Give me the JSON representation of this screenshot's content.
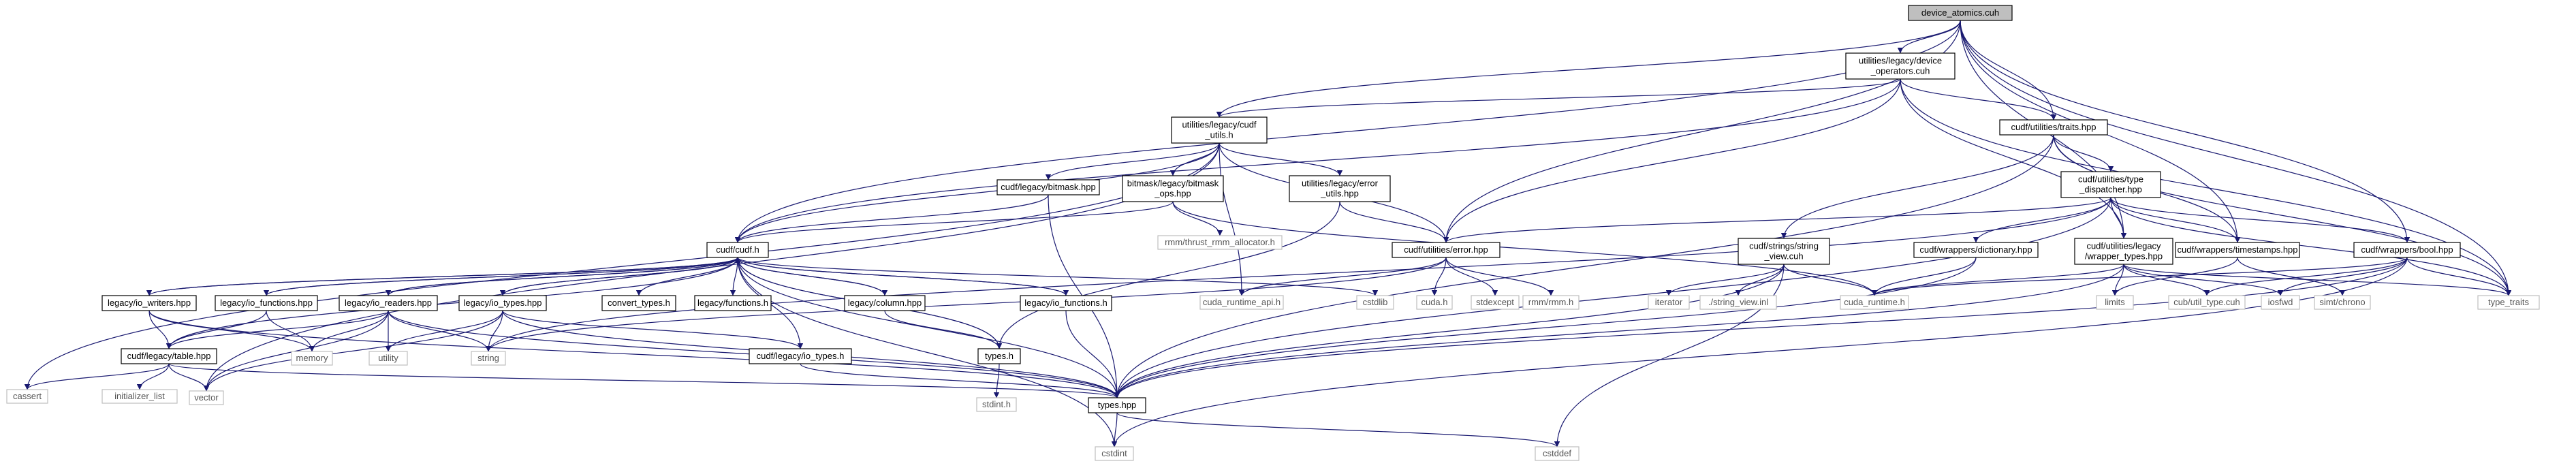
{
  "graph": {
    "edge_color": "#191970",
    "main_fill": "#bfbfbf",
    "nodes": [
      {
        "id": "device_atomics",
        "lines": [
          "device_atomics.cuh"
        ],
        "kind": "main"
      },
      {
        "id": "device_operators",
        "lines": [
          "utilities/legacy/device",
          "_operators.cuh"
        ],
        "kind": "file"
      },
      {
        "id": "cudf_utils",
        "lines": [
          "utilities/legacy/cudf",
          "_utils.h"
        ],
        "kind": "file"
      },
      {
        "id": "traits",
        "lines": [
          "cudf/utilities/traits.hpp"
        ],
        "kind": "file"
      },
      {
        "id": "bitmask_hpp",
        "lines": [
          "cudf/legacy/bitmask.hpp"
        ],
        "kind": "file"
      },
      {
        "id": "bitmask_ops",
        "lines": [
          "bitmask/legacy/bitmask",
          "_ops.hpp"
        ],
        "kind": "file"
      },
      {
        "id": "error_utils",
        "lines": [
          "utilities/legacy/error",
          "_utils.hpp"
        ],
        "kind": "file"
      },
      {
        "id": "type_dispatcher",
        "lines": [
          "cudf/utilities/type",
          "_dispatcher.hpp"
        ],
        "kind": "file"
      },
      {
        "id": "thrust_rmm",
        "lines": [
          "rmm/thrust_rmm_allocator.h"
        ],
        "kind": "sys"
      },
      {
        "id": "cudf_h",
        "lines": [
          "cudf/cudf.h"
        ],
        "kind": "file"
      },
      {
        "id": "error_hpp",
        "lines": [
          "cudf/utilities/error.hpp"
        ],
        "kind": "file"
      },
      {
        "id": "string_view",
        "lines": [
          "cudf/strings/string",
          "_view.cuh"
        ],
        "kind": "file"
      },
      {
        "id": "dictionary",
        "lines": [
          "cudf/wrappers/dictionary.hpp"
        ],
        "kind": "file"
      },
      {
        "id": "wrapper_types",
        "lines": [
          "cudf/utilities/legacy",
          "/wrapper_types.hpp"
        ],
        "kind": "file"
      },
      {
        "id": "timestamps",
        "lines": [
          "cudf/wrappers/timestamps.hpp"
        ],
        "kind": "file"
      },
      {
        "id": "bool_hpp",
        "lines": [
          "cudf/wrappers/bool.hpp"
        ],
        "kind": "file"
      },
      {
        "id": "io_writers",
        "lines": [
          "legacy/io_writers.hpp"
        ],
        "kind": "file"
      },
      {
        "id": "io_functions_hpp",
        "lines": [
          "legacy/io_functions.hpp"
        ],
        "kind": "file"
      },
      {
        "id": "io_readers",
        "lines": [
          "legacy/io_readers.hpp"
        ],
        "kind": "file"
      },
      {
        "id": "io_types_hpp",
        "lines": [
          "legacy/io_types.hpp"
        ],
        "kind": "file"
      },
      {
        "id": "convert_types",
        "lines": [
          "convert_types.h"
        ],
        "kind": "file"
      },
      {
        "id": "functions_h",
        "lines": [
          "legacy/functions.h"
        ],
        "kind": "file"
      },
      {
        "id": "column_hpp",
        "lines": [
          "legacy/column.hpp"
        ],
        "kind": "file"
      },
      {
        "id": "io_functions_h",
        "lines": [
          "legacy/io_functions.h"
        ],
        "kind": "file"
      },
      {
        "id": "cstdlib",
        "lines": [
          "cstdlib"
        ],
        "kind": "sys"
      },
      {
        "id": "cuda_runtime_api",
        "lines": [
          "cuda_runtime_api.h"
        ],
        "kind": "sys"
      },
      {
        "id": "cuda_h",
        "lines": [
          "cuda.h"
        ],
        "kind": "sys"
      },
      {
        "id": "stdexcept",
        "lines": [
          "stdexcept"
        ],
        "kind": "sys"
      },
      {
        "id": "rmm_h",
        "lines": [
          "rmm/rmm.h"
        ],
        "kind": "sys"
      },
      {
        "id": "iterator",
        "lines": [
          "iterator"
        ],
        "kind": "sys"
      },
      {
        "id": "string_view_inl",
        "lines": [
          "./string_view.inl"
        ],
        "kind": "sys"
      },
      {
        "id": "cuda_runtime",
        "lines": [
          "cuda_runtime.h"
        ],
        "kind": "sys"
      },
      {
        "id": "limits",
        "lines": [
          "limits"
        ],
        "kind": "sys"
      },
      {
        "id": "util_type",
        "lines": [
          "cub/util_type.cuh"
        ],
        "kind": "sys"
      },
      {
        "id": "iosfwd",
        "lines": [
          "iosfwd"
        ],
        "kind": "sys"
      },
      {
        "id": "simt_chrono",
        "lines": [
          "simt/chrono"
        ],
        "kind": "sys"
      },
      {
        "id": "type_traits",
        "lines": [
          "type_traits"
        ],
        "kind": "sys"
      },
      {
        "id": "table_hpp",
        "lines": [
          "cudf/legacy/table.hpp"
        ],
        "kind": "file"
      },
      {
        "id": "memory",
        "lines": [
          "memory"
        ],
        "kind": "sys"
      },
      {
        "id": "utility",
        "lines": [
          "utility"
        ],
        "kind": "sys"
      },
      {
        "id": "string",
        "lines": [
          "string"
        ],
        "kind": "sys"
      },
      {
        "id": "io_types_h",
        "lines": [
          "cudf/legacy/io_types.h"
        ],
        "kind": "file"
      },
      {
        "id": "types_h",
        "lines": [
          "types.h"
        ],
        "kind": "file"
      },
      {
        "id": "cassert",
        "lines": [
          "cassert"
        ],
        "kind": "sys"
      },
      {
        "id": "initializer_list",
        "lines": [
          "initializer_list"
        ],
        "kind": "sys"
      },
      {
        "id": "vector",
        "lines": [
          "vector"
        ],
        "kind": "sys"
      },
      {
        "id": "types_hpp",
        "lines": [
          "types.hpp"
        ],
        "kind": "file"
      },
      {
        "id": "stdint_h",
        "lines": [
          "stdint.h"
        ],
        "kind": "sys"
      },
      {
        "id": "cstdint",
        "lines": [
          "cstdint"
        ],
        "kind": "sys"
      },
      {
        "id": "cstddef",
        "lines": [
          "cstddef"
        ],
        "kind": "sys"
      }
    ],
    "edges": [
      [
        "device_atomics",
        "device_operators"
      ],
      [
        "device_atomics",
        "cudf_utils"
      ],
      [
        "device_atomics",
        "traits"
      ],
      [
        "device_atomics",
        "cudf_h"
      ],
      [
        "device_atomics",
        "error_hpp"
      ],
      [
        "device_atomics",
        "wrapper_types"
      ],
      [
        "device_atomics",
        "timestamps"
      ],
      [
        "device_atomics",
        "bool_hpp"
      ],
      [
        "device_atomics",
        "type_traits"
      ],
      [
        "device_operators",
        "cudf_utils"
      ],
      [
        "device_operators",
        "traits"
      ],
      [
        "device_operators",
        "cudf_h"
      ],
      [
        "device_operators",
        "error_hpp"
      ],
      [
        "device_operators",
        "wrapper_types"
      ],
      [
        "device_operators",
        "type_traits"
      ],
      [
        "cudf_utils",
        "bitmask_hpp"
      ],
      [
        "cudf_utils",
        "bitmask_ops"
      ],
      [
        "cudf_utils",
        "error_utils"
      ],
      [
        "cudf_utils",
        "cudf_h"
      ],
      [
        "cudf_utils",
        "error_hpp"
      ],
      [
        "cudf_utils",
        "cuda_runtime_api"
      ],
      [
        "cudf_utils",
        "cassert"
      ],
      [
        "cudf_utils",
        "vector"
      ],
      [
        "traits",
        "type_dispatcher"
      ],
      [
        "traits",
        "string_view"
      ],
      [
        "traits",
        "types_hpp"
      ],
      [
        "traits",
        "timestamps"
      ],
      [
        "traits",
        "type_traits"
      ],
      [
        "bitmask_hpp",
        "cudf_h"
      ],
      [
        "bitmask_hpp",
        "types_hpp"
      ],
      [
        "bitmask_ops",
        "cudf_h"
      ],
      [
        "bitmask_ops",
        "thrust_rmm"
      ],
      [
        "bitmask_ops",
        "cuda_runtime"
      ],
      [
        "error_utils",
        "error_hpp"
      ],
      [
        "error_utils",
        "types_h"
      ],
      [
        "type_dispatcher",
        "error_hpp"
      ],
      [
        "type_dispatcher",
        "dictionary"
      ],
      [
        "type_dispatcher",
        "wrapper_types"
      ],
      [
        "type_dispatcher",
        "timestamps"
      ],
      [
        "type_dispatcher",
        "bool_hpp"
      ],
      [
        "type_dispatcher",
        "string"
      ],
      [
        "type_dispatcher",
        "types_hpp"
      ],
      [
        "type_dispatcher",
        "type_traits"
      ],
      [
        "cudf_h",
        "io_writers"
      ],
      [
        "cudf_h",
        "io_functions_hpp"
      ],
      [
        "cudf_h",
        "io_readers"
      ],
      [
        "cudf_h",
        "io_types_hpp"
      ],
      [
        "cudf_h",
        "convert_types"
      ],
      [
        "cudf_h",
        "functions_h"
      ],
      [
        "cudf_h",
        "column_hpp"
      ],
      [
        "cudf_h",
        "io_functions_h"
      ],
      [
        "cudf_h",
        "cstdlib"
      ],
      [
        "cudf_h",
        "types_h"
      ],
      [
        "cudf_h",
        "cstdint"
      ],
      [
        "cudf_h",
        "types_hpp"
      ],
      [
        "error_hpp",
        "cuda_runtime_api"
      ],
      [
        "error_hpp",
        "cuda_h"
      ],
      [
        "error_hpp",
        "stdexcept"
      ],
      [
        "error_hpp",
        "rmm_h"
      ],
      [
        "error_hpp",
        "string"
      ],
      [
        "string_view",
        "iterator"
      ],
      [
        "string_view",
        "string_view_inl"
      ],
      [
        "string_view",
        "cuda_runtime"
      ],
      [
        "string_view",
        "types_hpp"
      ],
      [
        "string_view",
        "cstddef"
      ],
      [
        "dictionary",
        "cuda_runtime"
      ],
      [
        "dictionary",
        "types_hpp"
      ],
      [
        "wrapper_types",
        "cuda_runtime"
      ],
      [
        "wrapper_types",
        "limits"
      ],
      [
        "wrapper_types",
        "util_type"
      ],
      [
        "wrapper_types",
        "iosfwd"
      ],
      [
        "wrapper_types",
        "types_hpp"
      ],
      [
        "wrapper_types",
        "type_traits"
      ],
      [
        "timestamps",
        "limits"
      ],
      [
        "timestamps",
        "simt_chrono"
      ],
      [
        "bool_hpp",
        "cuda_runtime"
      ],
      [
        "bool_hpp",
        "util_type"
      ],
      [
        "bool_hpp",
        "iosfwd"
      ],
      [
        "bool_hpp",
        "types_hpp"
      ],
      [
        "bool_hpp",
        "type_traits"
      ],
      [
        "bool_hpp",
        "cstdint"
      ],
      [
        "io_writers",
        "table_hpp"
      ],
      [
        "io_writers",
        "memory"
      ],
      [
        "io_writers",
        "types_hpp"
      ],
      [
        "io_writers",
        "cudf_h"
      ],
      [
        "io_functions_hpp",
        "table_hpp"
      ],
      [
        "io_functions_hpp",
        "memory"
      ],
      [
        "io_functions_hpp",
        "cudf_h"
      ],
      [
        "io_readers",
        "table_hpp"
      ],
      [
        "io_readers",
        "memory"
      ],
      [
        "io_readers",
        "utility"
      ],
      [
        "io_readers",
        "string"
      ],
      [
        "io_readers",
        "vector"
      ],
      [
        "io_readers",
        "types_hpp"
      ],
      [
        "io_readers",
        "cudf_h"
      ],
      [
        "io_types_hpp",
        "utility"
      ],
      [
        "io_types_hpp",
        "string"
      ],
      [
        "io_types_hpp",
        "vector"
      ],
      [
        "io_types_hpp",
        "io_types_h"
      ],
      [
        "io_types_hpp",
        "types_hpp"
      ],
      [
        "io_types_hpp",
        "cudf_h"
      ],
      [
        "column_hpp",
        "types_h"
      ],
      [
        "column_hpp",
        "cudf_h"
      ],
      [
        "io_functions_h",
        "types_hpp"
      ],
      [
        "io_functions_h",
        "cudf_h"
      ],
      [
        "table_hpp",
        "cassert"
      ],
      [
        "table_hpp",
        "initializer_list"
      ],
      [
        "table_hpp",
        "vector"
      ],
      [
        "table_hpp",
        "types_hpp"
      ],
      [
        "table_hpp",
        "cudf_h"
      ],
      [
        "io_types_h",
        "types_hpp"
      ],
      [
        "io_types_h",
        "cudf_h"
      ],
      [
        "types_h",
        "stdint_h"
      ],
      [
        "types_h",
        "cudf_h"
      ],
      [
        "types_hpp",
        "cstdint"
      ],
      [
        "types_hpp",
        "cstddef"
      ]
    ]
  }
}
